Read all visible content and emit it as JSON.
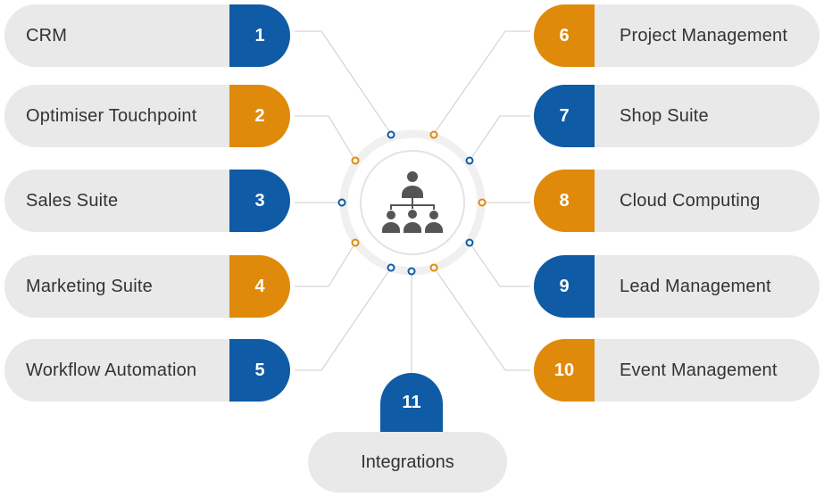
{
  "items": [
    {
      "number": "1",
      "label": "CRM",
      "color": "#0f5ba5"
    },
    {
      "number": "2",
      "label": "Optimiser Touchpoint",
      "color": "#e08a0b"
    },
    {
      "number": "3",
      "label": "Sales Suite",
      "color": "#0f5ba5"
    },
    {
      "number": "4",
      "label": "Marketing Suite",
      "color": "#e08a0b"
    },
    {
      "number": "5",
      "label": "Workflow Automation",
      "color": "#0f5ba5"
    },
    {
      "number": "6",
      "label": "Project Management",
      "color": "#e08a0b"
    },
    {
      "number": "7",
      "label": "Shop Suite",
      "color": "#0f5ba5"
    },
    {
      "number": "8",
      "label": "Cloud Computing",
      "color": "#e08a0b"
    },
    {
      "number": "9",
      "label": "Lead Management",
      "color": "#0f5ba5"
    },
    {
      "number": "10",
      "label": "Event Management",
      "color": "#e08a0b"
    },
    {
      "number": "11",
      "label": "Integrations",
      "color": "#0f5ba5"
    }
  ],
  "hub": {
    "icon": "org-chart-icon"
  },
  "colors": {
    "blue": "#0f5ba5",
    "orange": "#e08a0b",
    "pill": "#e9e9e9",
    "text": "#333333"
  }
}
